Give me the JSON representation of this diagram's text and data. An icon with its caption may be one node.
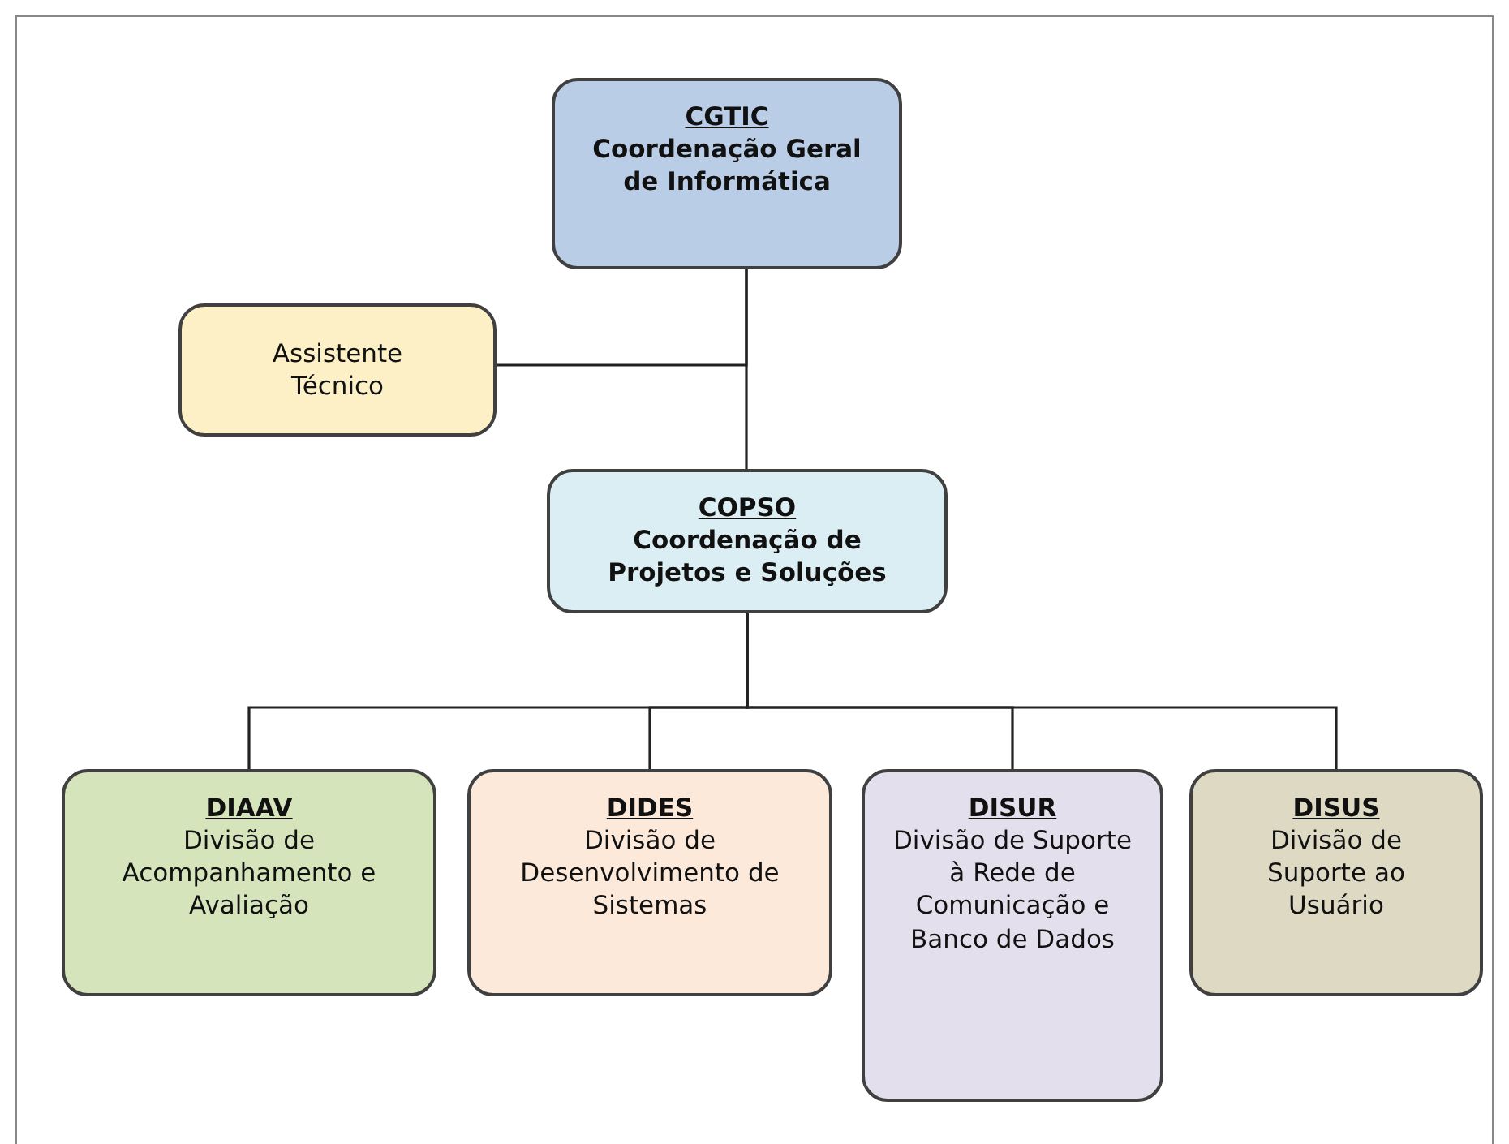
{
  "diagram": {
    "nodes": [
      {
        "text": [
          "CGTIC",
          "Coordenação Geral de Informática"
        ]
      },
      {
        "text": [
          "Assistente Técnico"
        ]
      },
      {
        "text": [
          "COPSO",
          "Coordenação de Projetos e Soluções"
        ]
      },
      {
        "text": [
          "DIAAV",
          "Divisão de Acompanhamento e Avaliação"
        ]
      },
      {
        "text": [
          "DIDES",
          "Divisão de Desenvolvimento de Sistemas"
        ]
      },
      {
        "text": [
          "DISUR",
          "Divisão de Suporte à Rede de Comunicação e Banco de Dados"
        ]
      },
      {
        "text": [
          "DISUS",
          "Divisão de Suporte ao Usuário"
        ]
      }
    ],
    "edges": [
      {
        "from": 0,
        "to": 2,
        "arrow": "none"
      },
      {
        "from": 0,
        "to": 1,
        "arrow": "none"
      },
      {
        "from": 2,
        "to": 3,
        "arrow": "none"
      },
      {
        "from": 2,
        "to": 4,
        "arrow": "none"
      },
      {
        "from": 2,
        "to": 5,
        "arrow": "none"
      },
      {
        "from": 2,
        "to": 6,
        "arrow": "none"
      }
    ]
  }
}
